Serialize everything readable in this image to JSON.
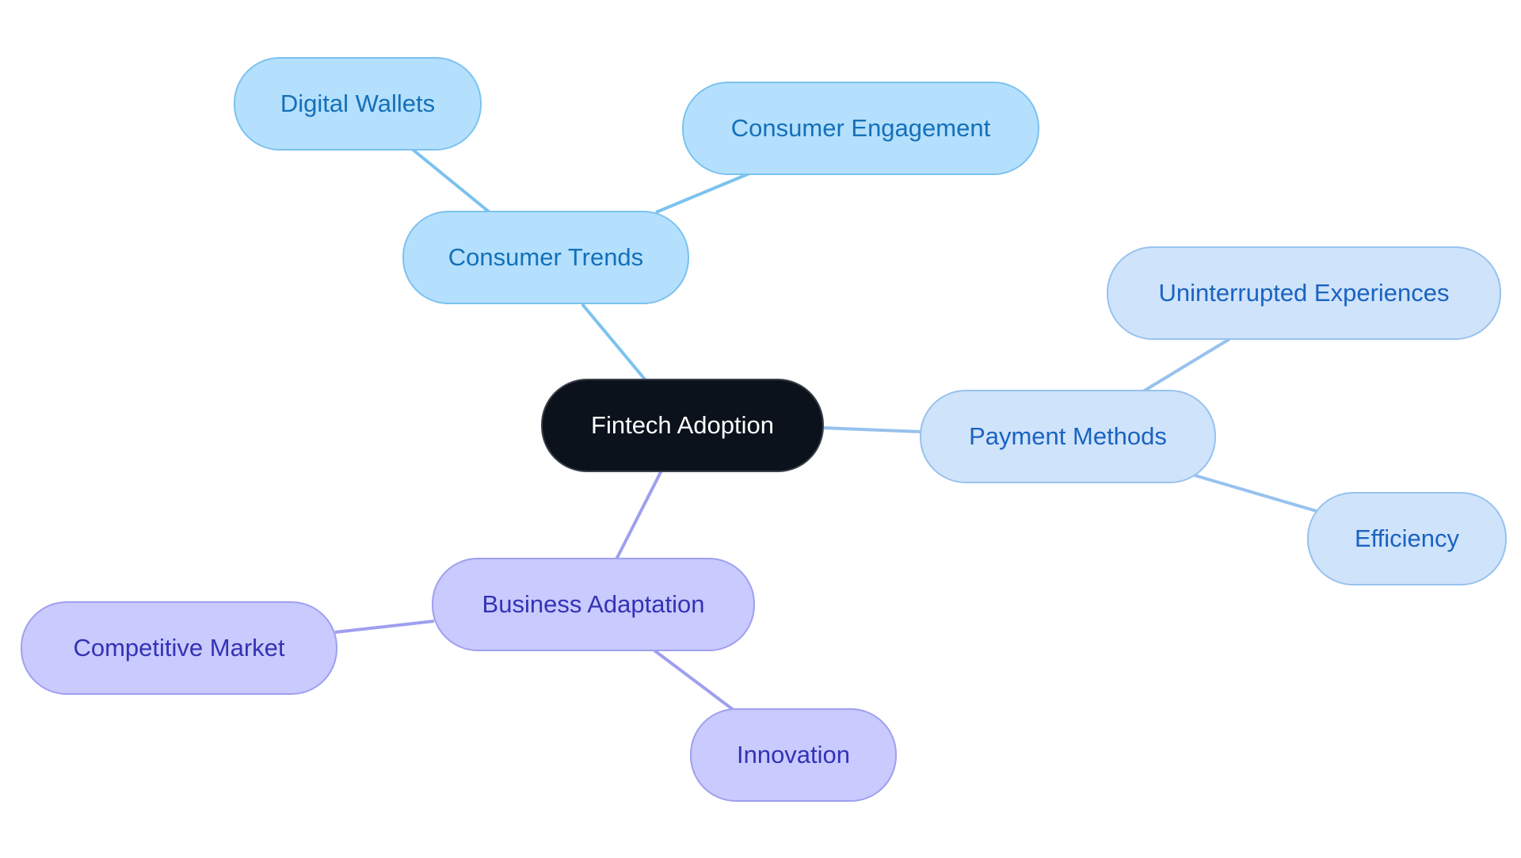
{
  "colors": {
    "root_fill": "#0b121b",
    "trends_fill": "#b4e0fd",
    "trends_edge": "#7cc2ef",
    "payment_fill": "#cfe3fb",
    "payment_edge": "#97c2ee",
    "business_fill": "#c9cafd",
    "business_edge": "#9f9ff0"
  },
  "mindmap": {
    "root": {
      "label": "Fintech Adoption"
    },
    "branches": [
      {
        "label": "Consumer Trends",
        "children": [
          {
            "label": "Digital Wallets"
          },
          {
            "label": "Consumer Engagement"
          }
        ]
      },
      {
        "label": "Payment Methods",
        "children": [
          {
            "label": "Uninterrupted Experiences"
          },
          {
            "label": "Efficiency"
          }
        ]
      },
      {
        "label": "Business Adaptation",
        "children": [
          {
            "label": "Competitive Market"
          },
          {
            "label": "Innovation"
          }
        ]
      }
    ]
  }
}
